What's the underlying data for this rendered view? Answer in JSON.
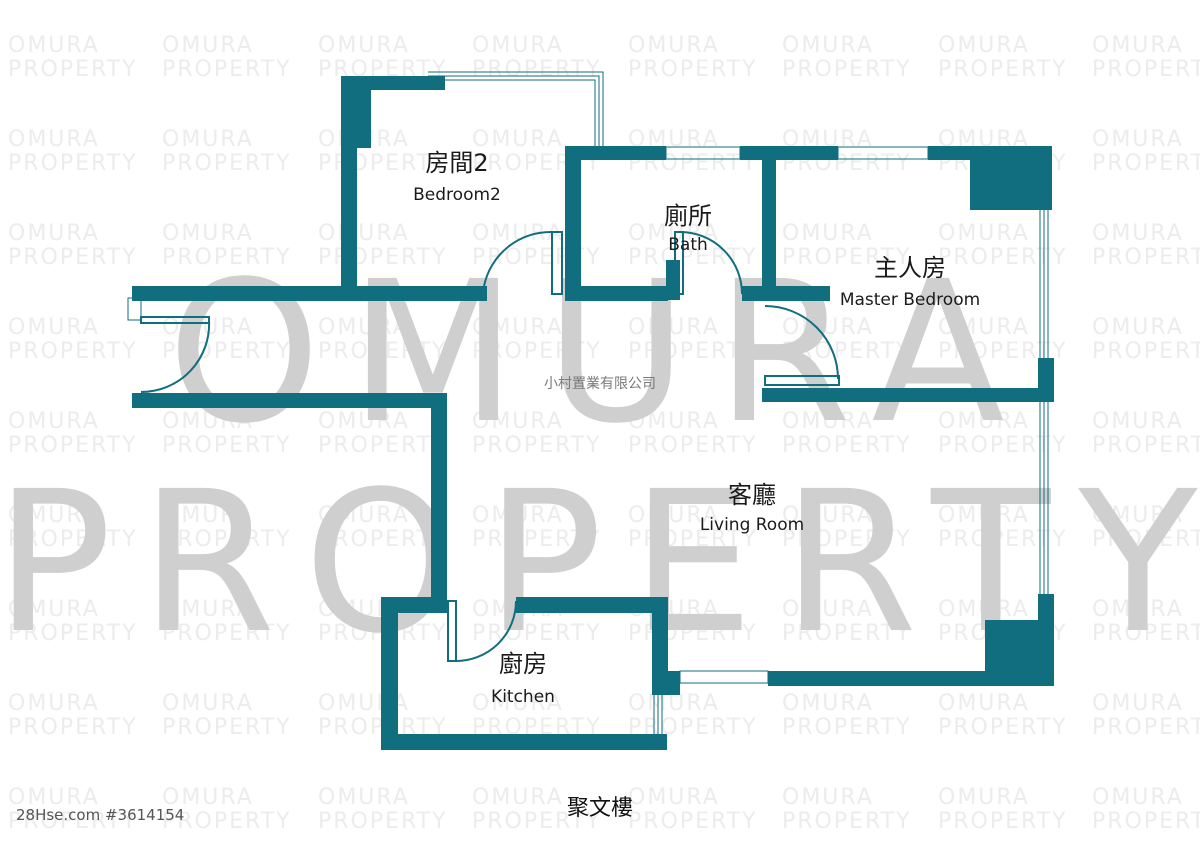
{
  "colors": {
    "wall": "#106e7f",
    "watermark": "#cfcfcf",
    "background": "#ffffff"
  },
  "watermark": {
    "tile_line1": "OMURA",
    "tile_line2": "PROPERTY",
    "big_line1": "OMURA",
    "big_line2": "PROPERTY"
  },
  "company_name": "小村置業有限公司",
  "rooms": {
    "bedroom2": {
      "zh": "房間2",
      "en": "Bedroom2"
    },
    "bath": {
      "zh": "廁所",
      "en": "Bath"
    },
    "master": {
      "zh": "主人房",
      "en": "Master Bedroom"
    },
    "living": {
      "zh": "客廳",
      "en": "Living Room"
    },
    "kitchen": {
      "zh": "廚房",
      "en": "Kitchen"
    }
  },
  "reference": "28Hse.com #3614154",
  "building_name": "聚文樓"
}
